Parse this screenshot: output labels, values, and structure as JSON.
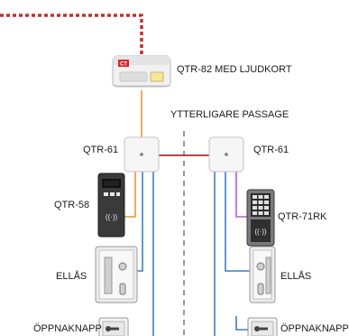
{
  "labels": {
    "controller": "QTR-82 MED LJUDKORT",
    "extra_passage": "YTTERLIGARE PASSAGE",
    "qtr61_left": "QTR-61",
    "qtr61_right": "QTR-61",
    "qtr58": "QTR-58",
    "qtr71rk": "QTR-71RK",
    "ellas_left": "ELLÅS",
    "ellas_right": "ELLÅS",
    "oppnaknapp_left": "ÖPPNAKNAPP",
    "oppnaknapp_right": "ÖPPNAKNAPP"
  },
  "controller_logo": "CT",
  "colors": {
    "network_dotted": "#c0322f",
    "orange_wire": "#f0943a",
    "red_wire": "#b5292c",
    "blue_wire": "#3f7dc4",
    "purple_wire": "#b05fc4",
    "divider": "#999999",
    "logo_red": "#d7262b"
  },
  "icons": [
    "controller-device",
    "module-box",
    "keypad-reader",
    "card-reader",
    "electric-lock",
    "exit-button",
    "nfc-icon"
  ]
}
